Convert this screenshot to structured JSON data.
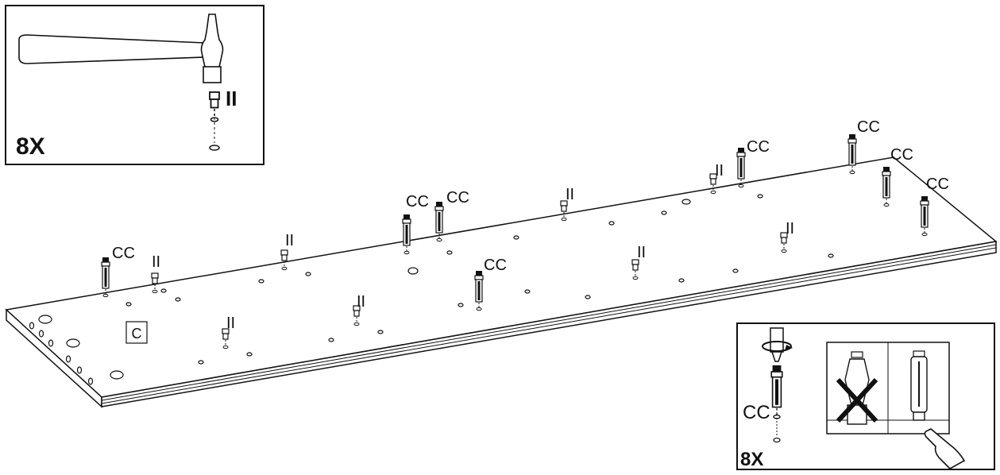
{
  "inset_hammer": {
    "count": "8X",
    "part": "II"
  },
  "board": {
    "label": "C"
  },
  "parts": {
    "cc": "CC",
    "ii": "II"
  },
  "inset_cam": {
    "count": "8X",
    "part": "CC"
  }
}
